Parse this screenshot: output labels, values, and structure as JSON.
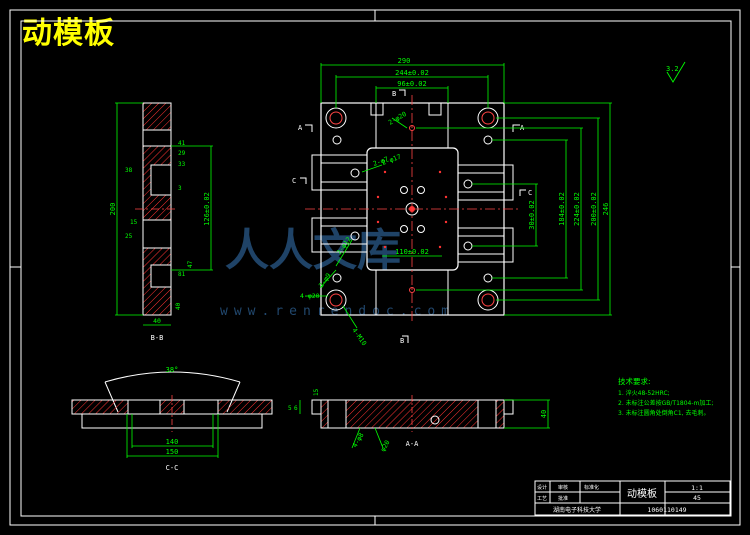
{
  "drawing": {
    "title": "动模板",
    "colors": {
      "background": "#000000",
      "outline": "#ffffff",
      "dimension": "#00ff00",
      "hatch": "#ff3333",
      "centerline": "#ff4444",
      "section_label": "#ffffff",
      "title_text": "#ffff00",
      "notes": "#00ff00",
      "watermark": "#2a5a8a"
    },
    "watermark": "人人文库",
    "watermark_url": "www.renrendoc.com",
    "section_labels": {
      "b_b": "B-B",
      "c_c": "C-C",
      "a_a": "A-A",
      "view_a_left": "A",
      "view_a_right": "A",
      "view_b_top": "B",
      "view_b_bottom": "B",
      "view_c_left": "C",
      "view_c_right": "C"
    },
    "dims_plan": {
      "top_overall": "290",
      "top_second": "244±0.02",
      "top_third": "96±0.02",
      "right_overall": "246",
      "right_a": "200±0.02",
      "right_b": "224±0.02",
      "right_c": "184±0.02",
      "right_d": "30±0.02",
      "inner_bottom": "110±0.02",
      "leader_1": "4-φ20",
      "leader_2": "2-φ17",
      "leader_3": "2-φ12",
      "leader_4": "2-φ9",
      "leader_5": "2-φ7",
      "leader_6": "4-M10",
      "leader_7": "2-φ20"
    },
    "dims_bb": {
      "overall_h": "200",
      "a": "41",
      "b": "29",
      "c": "38",
      "d": "33",
      "e": "15",
      "f": "25",
      "g": "3",
      "h": "126±0.02",
      "i": "81",
      "j": "47",
      "k": "40",
      "bottom": "40"
    },
    "dims_cc": {
      "angle": "38°",
      "inner": "140",
      "outer": "150"
    },
    "dims_aa": {
      "left_small": "15",
      "left_a": "5",
      "left_b": "6",
      "height": "40",
      "leader_1": "4-φ8",
      "leader_2": "φ20"
    },
    "roughness": "3.2",
    "notes": {
      "header": "技术要求:",
      "items": [
        "1. 淬火48-52HRC;",
        "2. 未标注公差按GB/T1804-m加工;",
        "3. 未标注圆角处倒角C1, 去毛刺。"
      ]
    },
    "title_block": {
      "part_name": "动模板",
      "scale": "1:1",
      "material": "45",
      "drawing_no": "1060110149",
      "school": "湖南电子科技大学",
      "row1_a": "设计",
      "row1_b": "审核",
      "row1_c": "标准化",
      "row2_a": "工艺",
      "row2_b": "批准"
    }
  }
}
